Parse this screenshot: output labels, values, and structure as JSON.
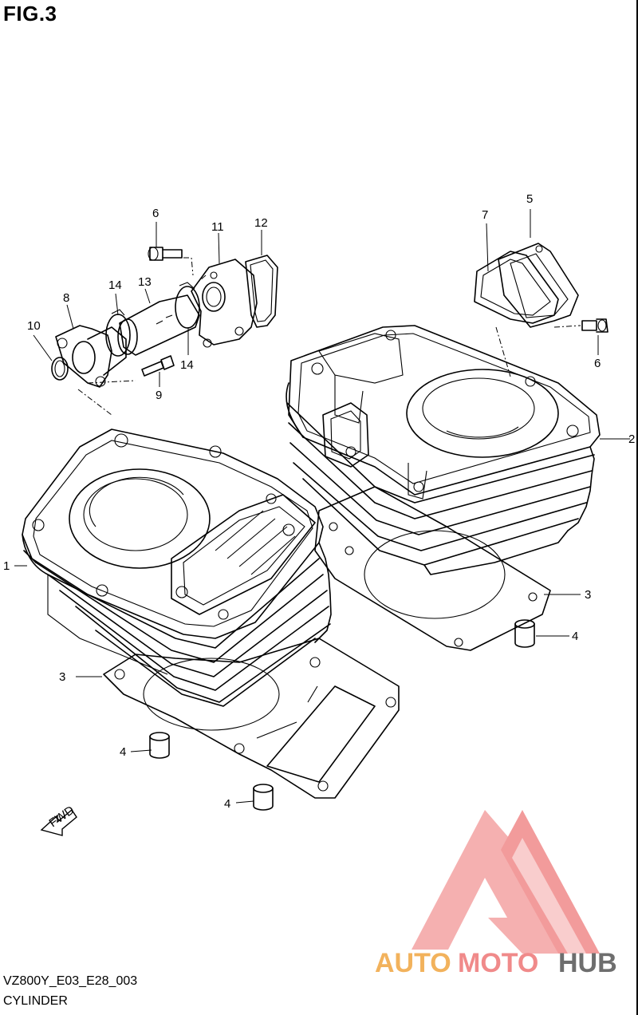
{
  "figure": {
    "title": "FIG.3"
  },
  "footer": {
    "code": "VZ800Y_E03_E28_003",
    "name": "CYLINDER"
  },
  "callouts": [
    "1",
    "2",
    "3",
    "3",
    "4",
    "4",
    "4",
    "5",
    "6",
    "6",
    "7",
    "8",
    "9",
    "10",
    "11",
    "12",
    "13",
    "14",
    "14"
  ],
  "fwd_arrow": {
    "label": "FWD"
  },
  "watermark": {
    "part1": "AUTO",
    "part2": "MOTO",
    "part3": "HUB",
    "colors": {
      "auto": "#f2b25c",
      "moto": "#f08a8a",
      "hub": "#6e6e6e",
      "logo": "#f08a8a"
    }
  }
}
